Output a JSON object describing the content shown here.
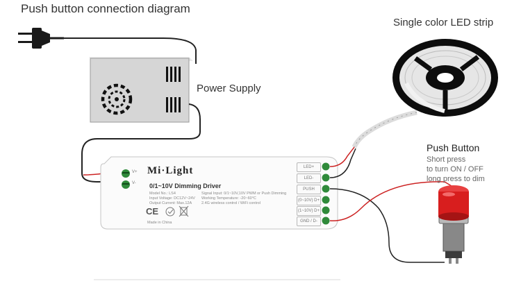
{
  "diagram": {
    "title": "Push button connection diagram",
    "labels": {
      "led_strip": "Single color LED strip",
      "power_supply": "Power Supply",
      "push_button": "Push Button",
      "push_button_desc": [
        "Short press",
        "to turn ON / OFF",
        "long press to dim"
      ]
    },
    "driver": {
      "brand": "Mi·Light",
      "name": "0/1~10V Dimming Driver",
      "specs_left": [
        "Model No.: LS4",
        "Input Voltage: DC12V~24V",
        "Output Current: Max.12A"
      ],
      "specs_right": [
        "Signal Input: 0/1~10V,10V PWM or Push Dimming",
        "Working Temperature: -20~60°C",
        "2.4G wireless control / WiFi control"
      ],
      "made_in": "Made in China",
      "input_terminals": [
        "V+",
        "V-"
      ],
      "output_terminals": [
        "LED+",
        "LED-",
        "PUSH",
        "(0~10V) D+",
        "(1~10V) D+",
        "GND / D-"
      ]
    },
    "colors": {
      "text": "#333333",
      "wire": "#222222",
      "wire_red": "#cc2222",
      "terminal_green": "#2f8a3a",
      "button_red": "#d81e1e",
      "psu_fill": "#d6d6d6"
    },
    "icons": [
      "power-plug-icon",
      "fan-grille-icon",
      "vent-slots-icon",
      "ce-mark-icon",
      "weee-bin-icon",
      "led-reel-icon",
      "push-button-icon"
    ]
  }
}
